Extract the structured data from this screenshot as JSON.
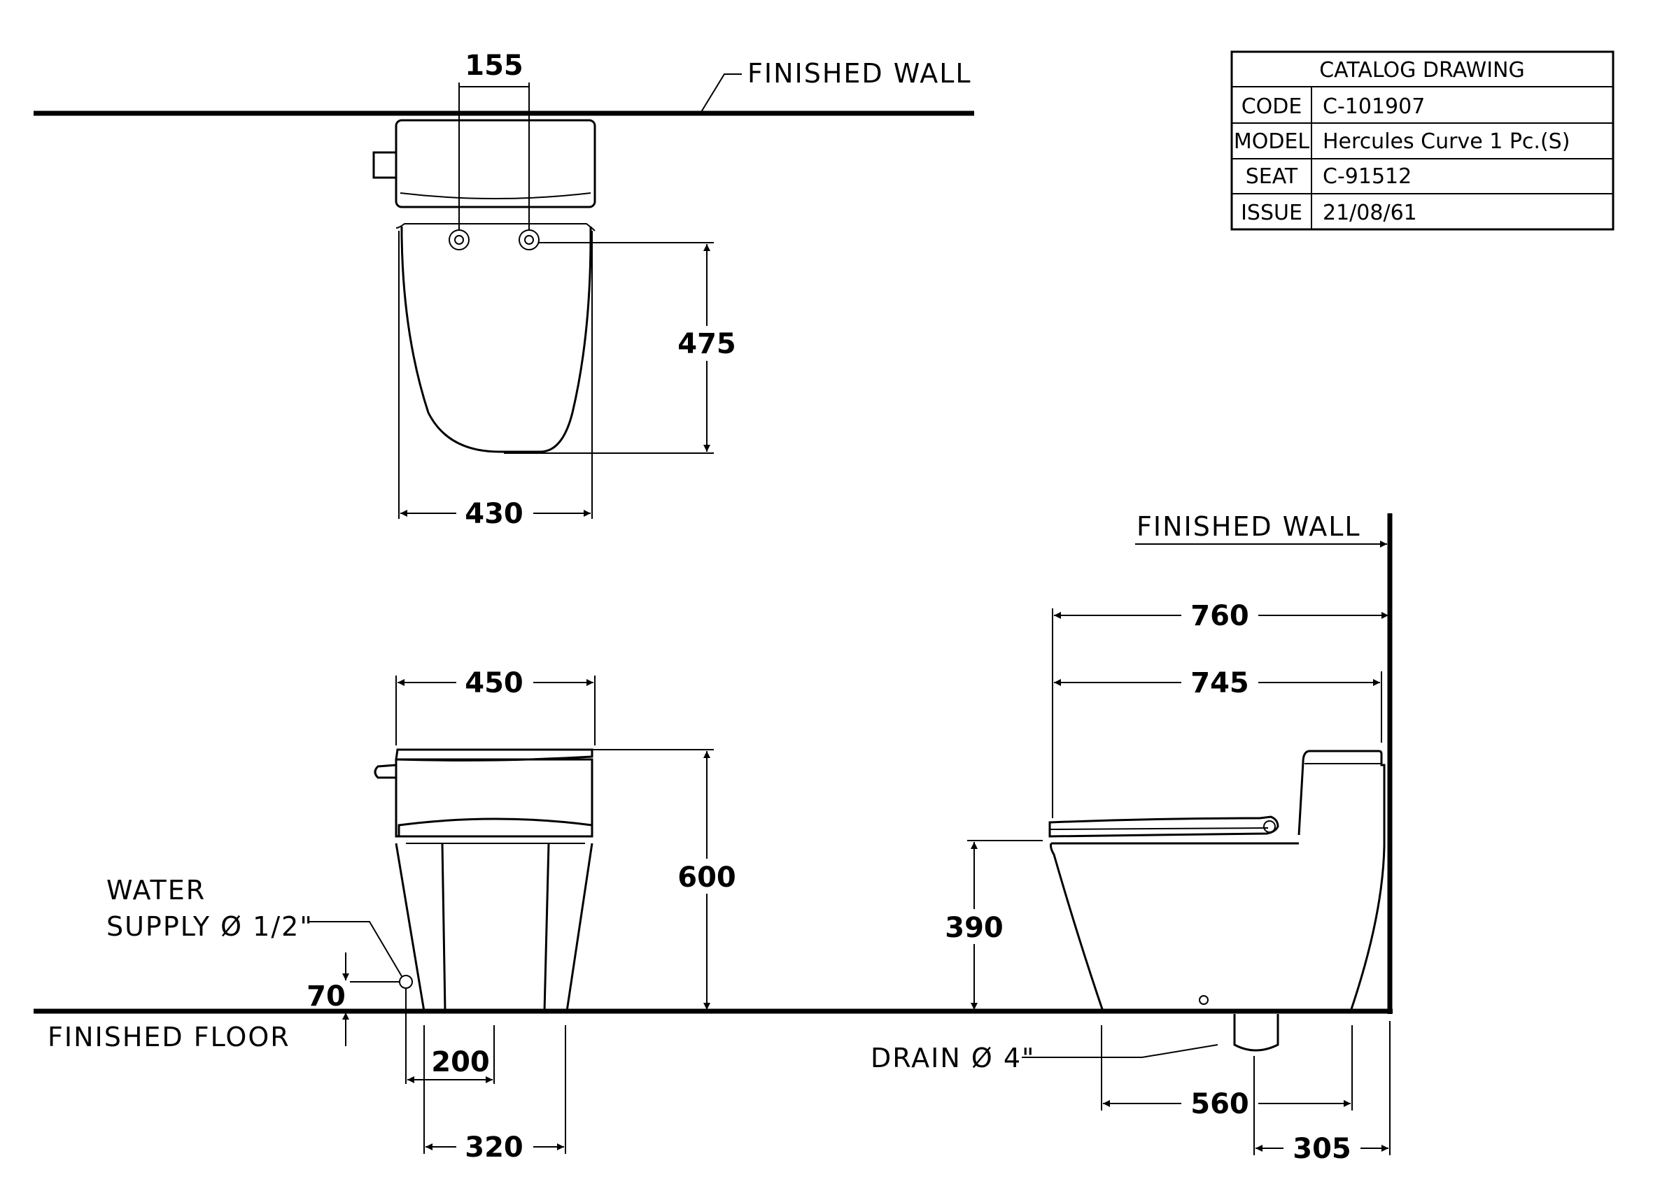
{
  "labels": {
    "finished_wall_top": "FINISHED  WALL",
    "finished_wall_side": "FINISHED  WALL",
    "finished_floor": "FINISHED  FLOOR",
    "water_line1": "WATER",
    "water_line2": "SUPPLY Ø 1/2\"",
    "drain": "DRAIN Ø 4\""
  },
  "dimensions": {
    "d155": "155",
    "d475": "475",
    "d430": "430",
    "d450": "450",
    "d600": "600",
    "d70": "70",
    "d200": "200",
    "d320": "320",
    "d760": "760",
    "d745": "745",
    "d390": "390",
    "d560": "560",
    "d305": "305"
  },
  "title_block": {
    "heading": "CATALOG  DRAWING",
    "rows": [
      {
        "key": "CODE",
        "value": "C-101907"
      },
      {
        "key": "MODEL",
        "value": "Hercules  Curve  1  Pc.(S)"
      },
      {
        "key": "SEAT",
        "value": "C-91512"
      },
      {
        "key": "ISSUE",
        "value": "21/08/61"
      }
    ]
  }
}
